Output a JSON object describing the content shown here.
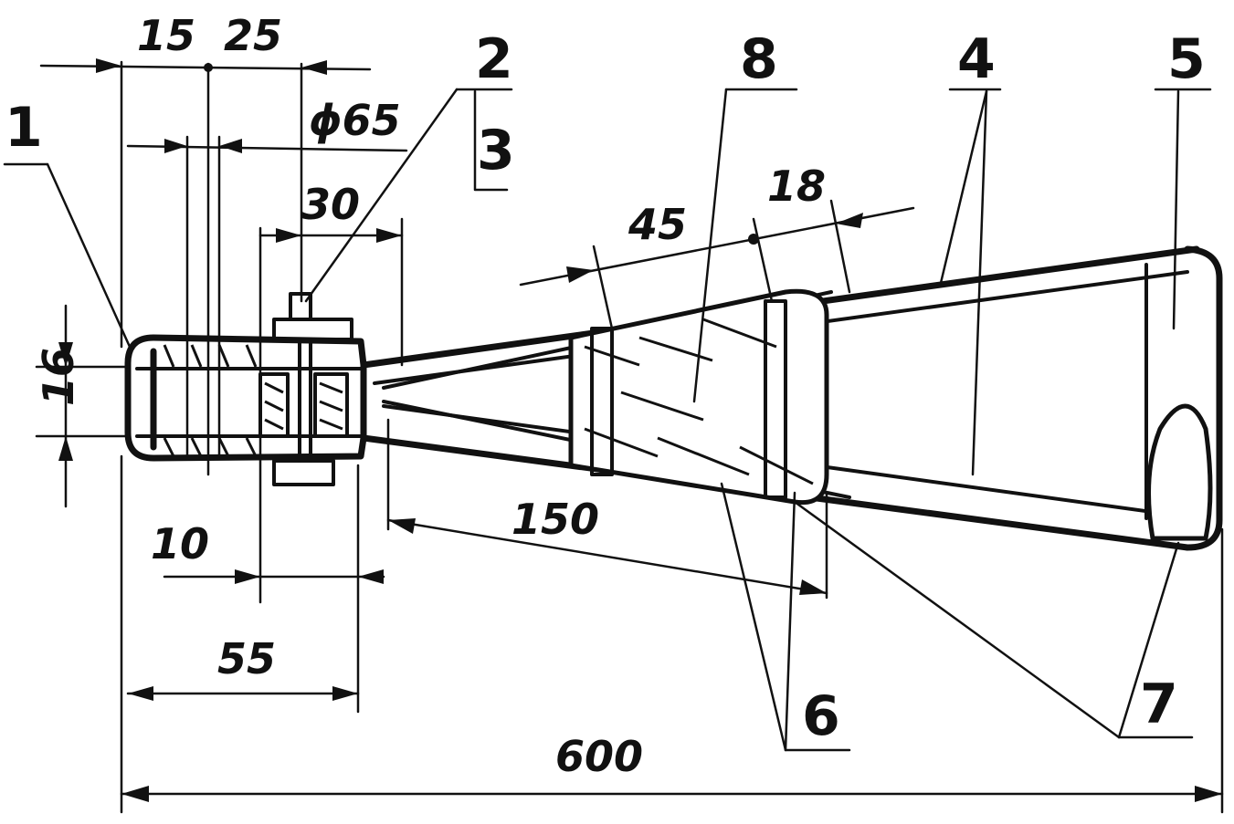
{
  "dimensions": {
    "d15": "15",
    "d25": "25",
    "d65": "ϕ65",
    "d30": "30",
    "d45": "45",
    "d18": "18",
    "d16": "16",
    "d10": "10",
    "d55": "55",
    "d150": "150",
    "d600": "600"
  },
  "callouts": {
    "c1": "1",
    "c2": "2",
    "c3": "3",
    "c4": "4",
    "c5": "5",
    "c6": "6",
    "c7": "7",
    "c8": "8"
  },
  "colors": {
    "ink": "#111111",
    "paper": "#ffffff"
  }
}
